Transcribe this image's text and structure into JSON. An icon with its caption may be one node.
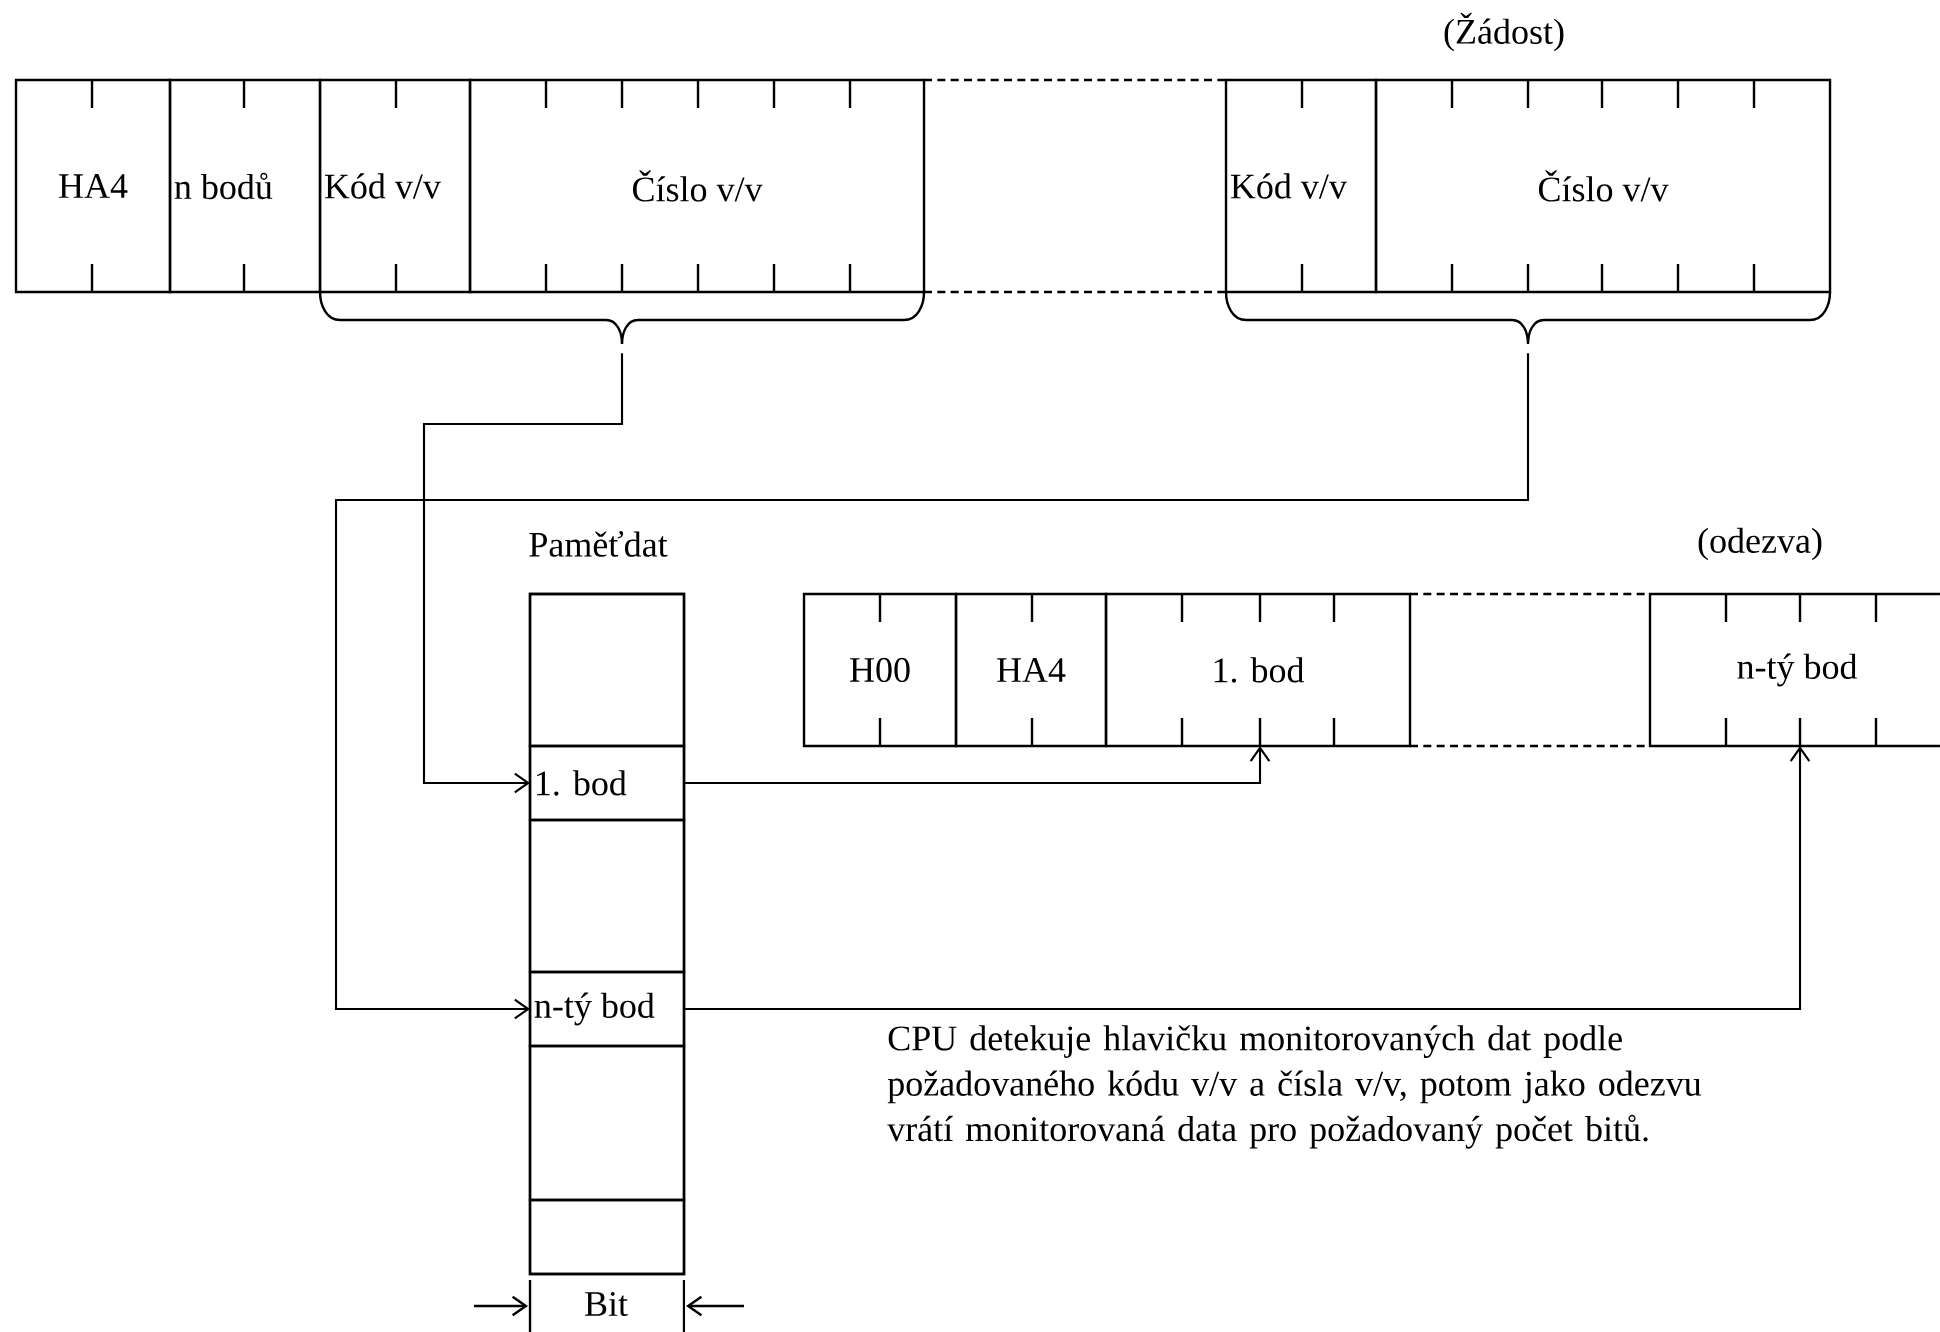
{
  "diagram": {
    "nodes": [
      {
        "text": [
          "HA4"
        ]
      },
      {
        "text": [
          "n bodů"
        ]
      },
      {
        "text": [
          "Kód v/v"
        ]
      },
      {
        "text": [
          "Číslo v/v"
        ]
      },
      {
        "text": [
          "Kód v/v"
        ]
      },
      {
        "text": [
          "Číslo v/v"
        ]
      },
      {
        "text": [],
        "shape": "bracket"
      },
      {
        "text": [],
        "shape": "bracket"
      },
      {
        "text": [
          "Paměťdat"
        ]
      },
      {
        "text": [],
        "shape": "box",
        "in": 8
      },
      {
        "text": [
          "1. bod"
        ],
        "in": 8
      },
      {
        "text": [],
        "shape": "box",
        "in": 8
      },
      {
        "text": [
          "n-tý bod"
        ],
        "in": 8
      },
      {
        "text": [],
        "shape": "box",
        "in": 8
      },
      {
        "text": [],
        "shape": "box",
        "in": 8
      },
      {
        "text": [
          "H00"
        ]
      },
      {
        "text": [
          "HA4"
        ]
      },
      {
        "text": [
          "1. bod"
        ]
      },
      {
        "text": [
          "n-tý bod"
        ]
      }
    ],
    "edges": [
      {
        "from": 6,
        "to": 10,
        "arrow": "to"
      },
      {
        "from": 7,
        "to": 12,
        "arrow": "to"
      },
      {
        "from": 10,
        "to": 17,
        "arrow": "to"
      },
      {
        "from": 12,
        "to": 18,
        "arrow": "to"
      }
    ],
    "labels": [
      "(Žádost)",
      "(odezva)",
      "Bit",
      "CPU detekuje hlavičku monitorovaných dat podle požadovaného kódu v/v a čísla v/v, potom jako odezvu vrátí monitorovaná data pro požadovaný počet bitů."
    ]
  }
}
